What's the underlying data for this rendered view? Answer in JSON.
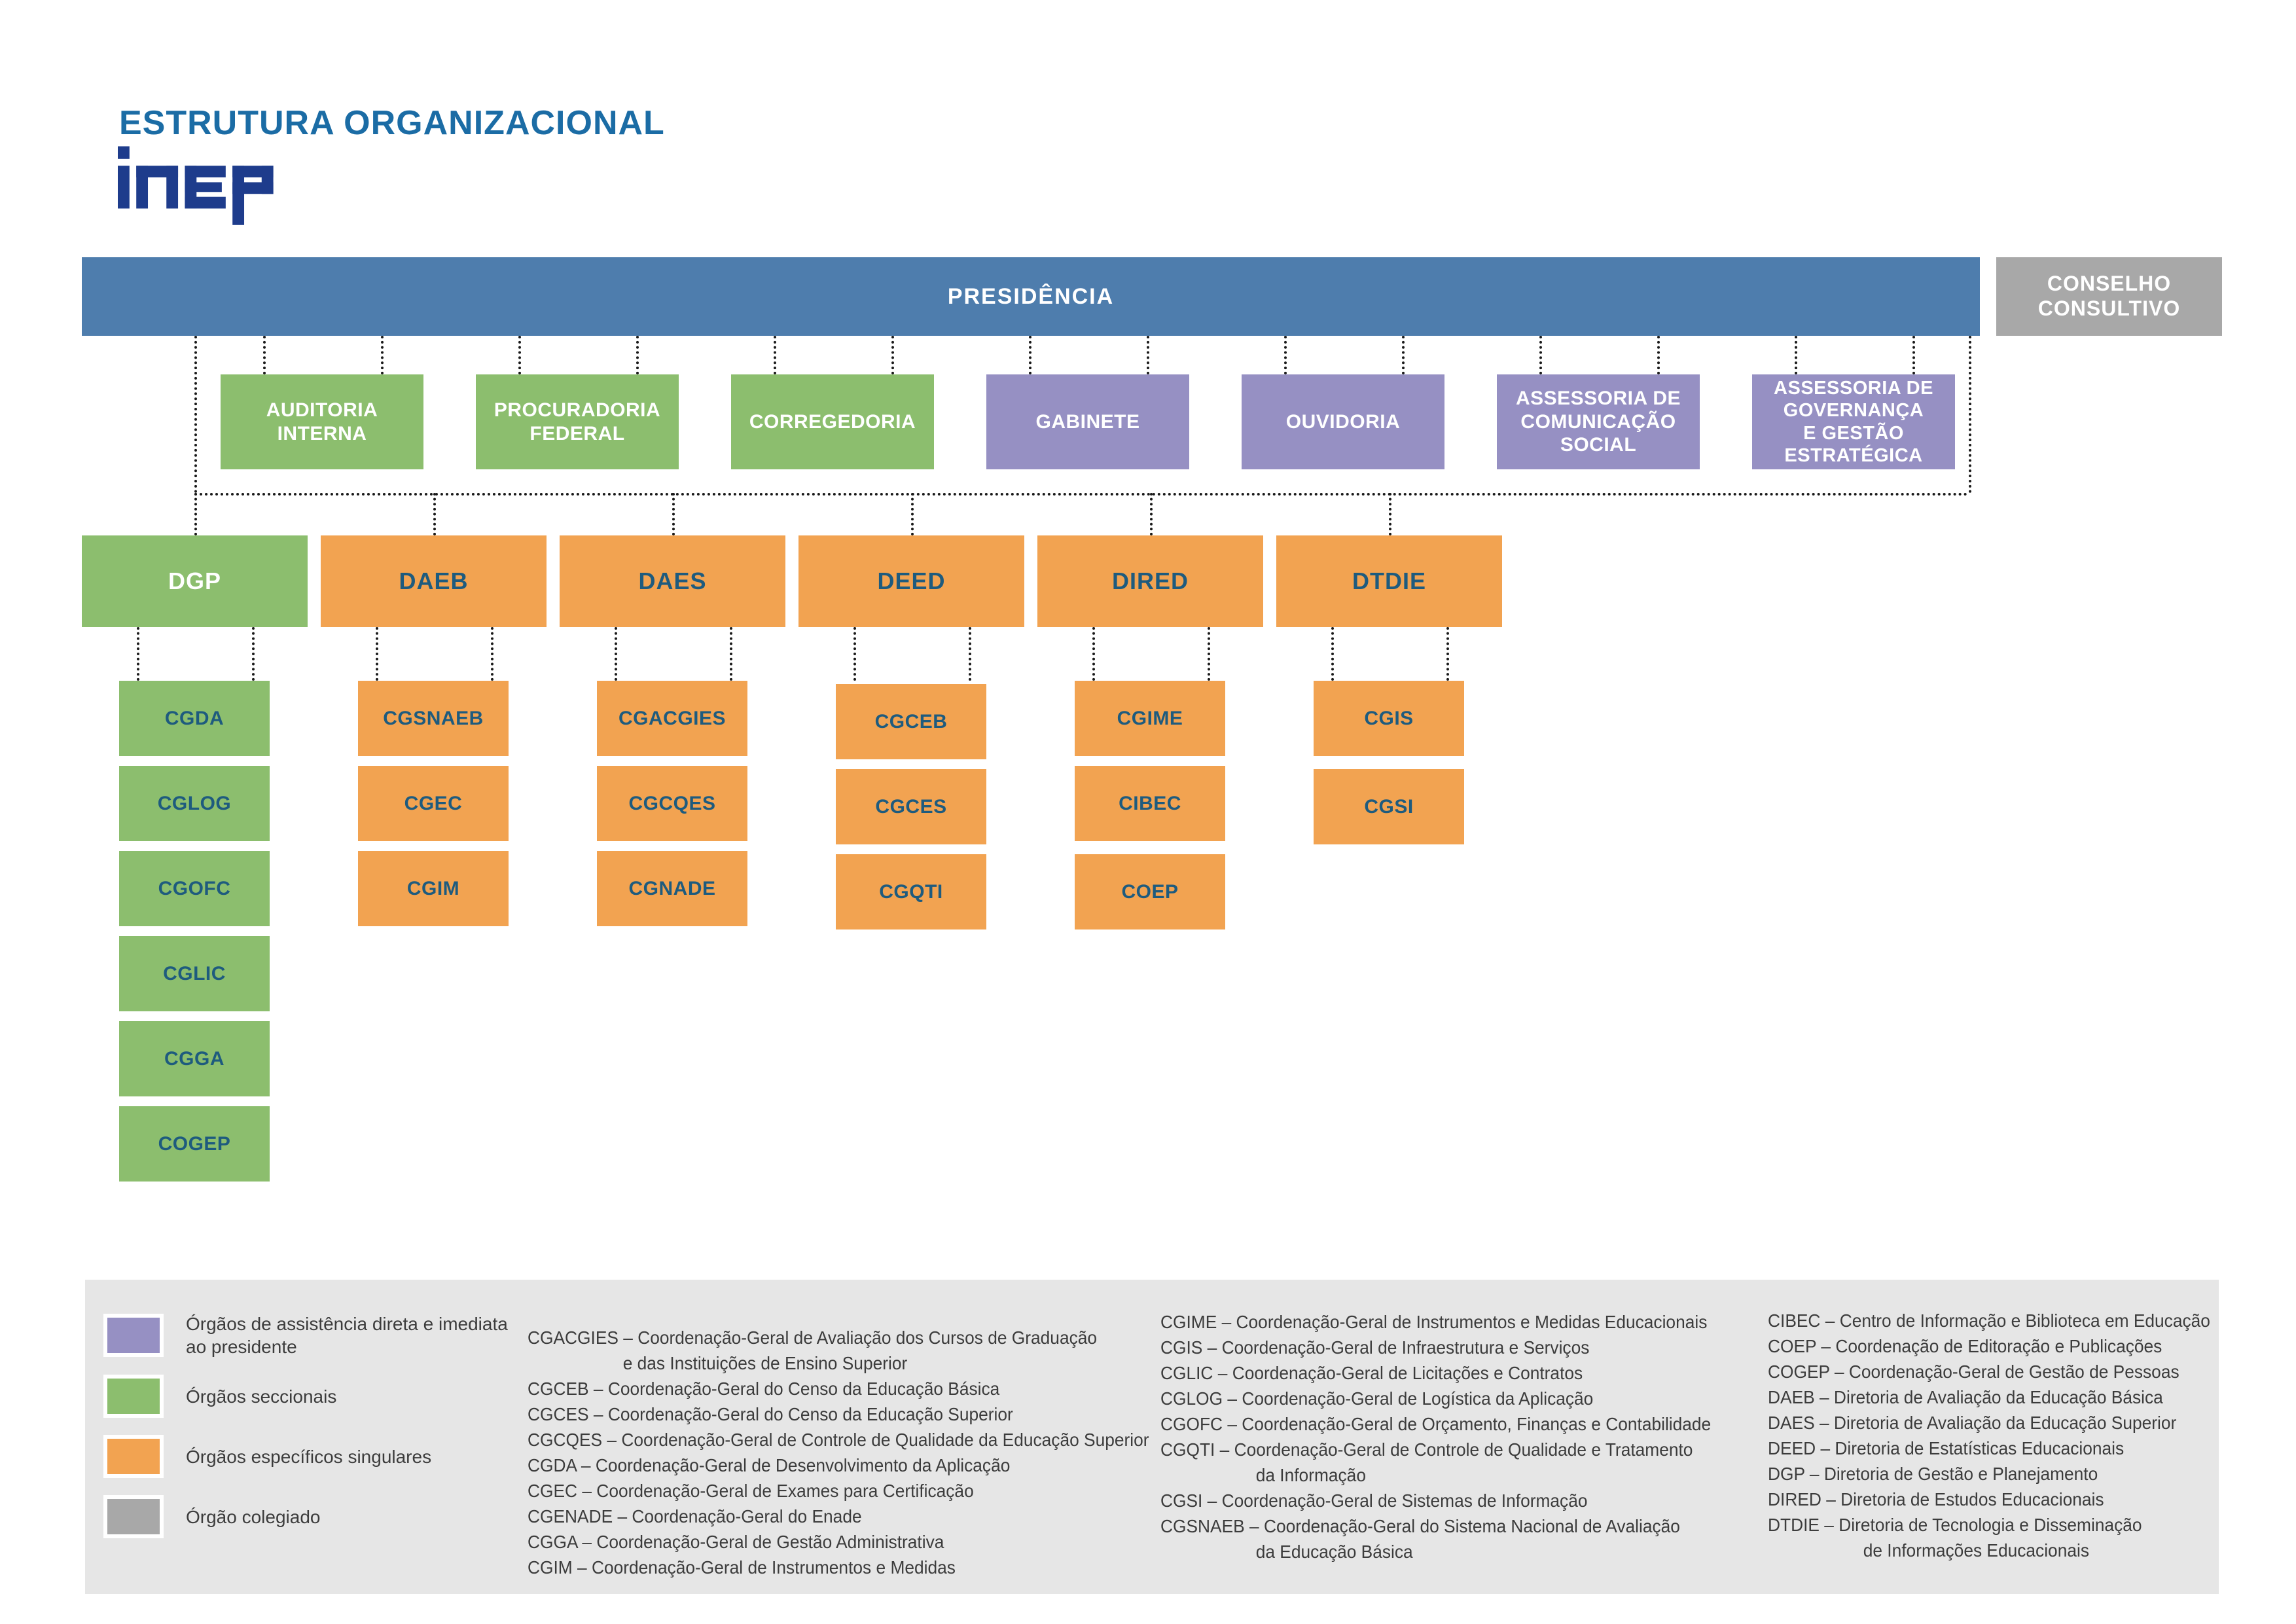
{
  "header": {
    "title": "ESTRUTURA ORGANIZACIONAL",
    "logo_text": "inep"
  },
  "palette": {
    "title_blue": "#1B6CA5",
    "logo_navy": "#1E3C8C",
    "presidency_blue": "#4E7DAD",
    "green": "#8CBE6E",
    "purple": "#9690C3",
    "orange": "#F2A351",
    "gray": "#A8A8A8",
    "box_text_dark": "#1E5B7E",
    "legend_panel": "#E6E6E6",
    "connector": "#1A1A1A"
  },
  "nodes": {
    "presidency": "PRESIDÊNCIA",
    "council": "CONSELHO\nCONSULTIVO",
    "assist": [
      {
        "label": "AUDITORIA\nINTERNA"
      },
      {
        "label": "PROCURADORIA\nFEDERAL"
      },
      {
        "label": "CORREGEDORIA"
      },
      {
        "label": "GABINETE"
      },
      {
        "label": "OUVIDORIA"
      },
      {
        "label": "ASSESSORIA DE\nCOMUNICAÇÃO\nSOCIAL"
      },
      {
        "label": "ASSESSORIA DE\nGOVERNANÇA\nE GESTÃO\nESTRATÉGICA"
      }
    ],
    "directorates": [
      {
        "label": "DGP"
      },
      {
        "label": "DAEB"
      },
      {
        "label": "DAES"
      },
      {
        "label": "DEED"
      },
      {
        "label": "DIRED"
      },
      {
        "label": "DTDIE"
      }
    ],
    "units": {
      "dgp": [
        "CGDA",
        "CGLOG",
        "CGOFC",
        "CGLIC",
        "CGGA",
        "COGEP"
      ],
      "daeb": [
        "CGSNAEB",
        "CGEC",
        "CGIM"
      ],
      "daes": [
        "CGACGIES",
        "CGCQES",
        "CGNADE"
      ],
      "deed": [
        "CGCEB",
        "CGCES",
        "CGQTI"
      ],
      "dired": [
        "CGIME",
        "CIBEC",
        "COEP"
      ],
      "dtdie": [
        "CGIS",
        "CGSI"
      ]
    }
  },
  "legend": {
    "items": [
      {
        "label": "Órgãos de assistência direta e imediata\nao presidente",
        "color": "#9690C3"
      },
      {
        "label": "Órgãos seccionais",
        "color": "#8CBE6E"
      },
      {
        "label": "Órgãos específicos singulares",
        "color": "#F2A351"
      },
      {
        "label": "Órgão colegiado",
        "color": "#A8A8A8"
      }
    ]
  },
  "glossary": {
    "col1": [
      "CGACGIES – Coordenação-Geral de Avaliação dos Cursos de Graduação",
      "e das Instituições de Ensino Superior",
      "CGCEB – Coordenação-Geral do Censo da Educação Básica",
      "CGCES – Coordenação-Geral do Censo da Educação Superior",
      "CGCQES – Coordenação-Geral de Controle de Qualidade da Educação Superior",
      "CGDA – Coordenação-Geral de Desenvolvimento da Aplicação",
      "CGEC – Coordenação-Geral de Exames para Certificação",
      "CGENADE – Coordenação-Geral do Enade",
      "CGGA – Coordenação-Geral de Gestão Administrativa",
      "CGIM – Coordenação-Geral de Instrumentos e Medidas"
    ],
    "col2": [
      "CGIME – Coordenação-Geral de Instrumentos e Medidas Educacionais",
      "CGIS – Coordenação-Geral de Infraestrutura e Serviços",
      "CGLIC – Coordenação-Geral de Licitações e Contratos",
      "CGLOG – Coordenação-Geral de Logística da Aplicação",
      "CGOFC – Coordenação-Geral de Orçamento, Finanças e Contabilidade",
      "CGQTI – Coordenação-Geral de Controle de Qualidade e Tratamento",
      "da Informação",
      "CGSI – Coordenação-Geral de Sistemas de Informação",
      "CGSNAEB – Coordenação-Geral do Sistema Nacional de Avaliação",
      "da Educação Básica"
    ],
    "col3": [
      "CIBEC – Centro de Informação e Biblioteca em Educação",
      "COEP – Coordenação de Editoração e Publicações",
      "COGEP – Coordenação-Geral de Gestão de Pessoas",
      "DAEB – Diretoria de Avaliação da Educação Básica",
      "DAES – Diretoria de Avaliação da Educação Superior",
      "DEED – Diretoria de Estatísticas Educacionais",
      "DGP – Diretoria de Gestão e Planejamento",
      "DIRED – Diretoria de Estudos Educacionais",
      "DTDIE – Diretoria de Tecnologia e Disseminação",
      "de Informações Educacionais"
    ]
  }
}
